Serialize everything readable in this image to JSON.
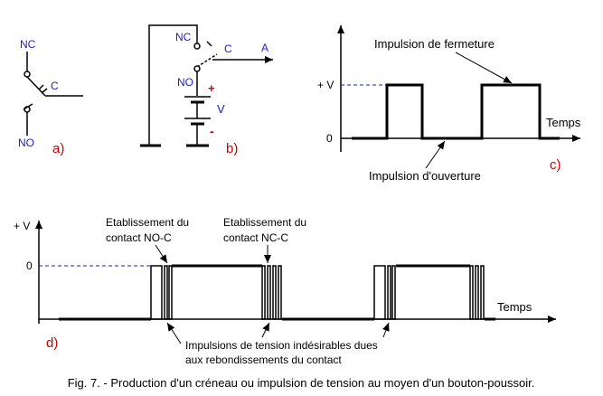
{
  "switch_a": {
    "nc": "NC",
    "c": "C",
    "no": "NO",
    "tag": "a)"
  },
  "switch_b": {
    "nc": "NC",
    "c": "C",
    "a": "A",
    "no": "NO",
    "v": "V",
    "plus": "+",
    "minus": "-",
    "tag": "b)"
  },
  "chart_c": {
    "tag": "c)",
    "y_high": "+ V",
    "y_zero": "0",
    "xlabel": "Temps",
    "note_close": "Impulsion de fermeture",
    "note_open": "Impulsion d'ouverture"
  },
  "chart_d": {
    "tag": "d)",
    "y_high": "+ V",
    "y_zero": "0",
    "xlabel": "Temps",
    "note_no_c": [
      "Etablissement du",
      "contact NO-C"
    ],
    "note_nc_c": [
      "Etablissement du",
      "contact NC-C"
    ],
    "note_bounce": [
      "Impulsions de tension indésirables dues",
      "aux rebondissements du contact"
    ]
  },
  "caption": "Fig. 7. - Production d'un créneau ou impulsion de tension au moyen d'un bouton-poussoir.",
  "colors": {
    "blue": "#1c1ccc",
    "red": "#cc0000",
    "black": "#000000"
  }
}
